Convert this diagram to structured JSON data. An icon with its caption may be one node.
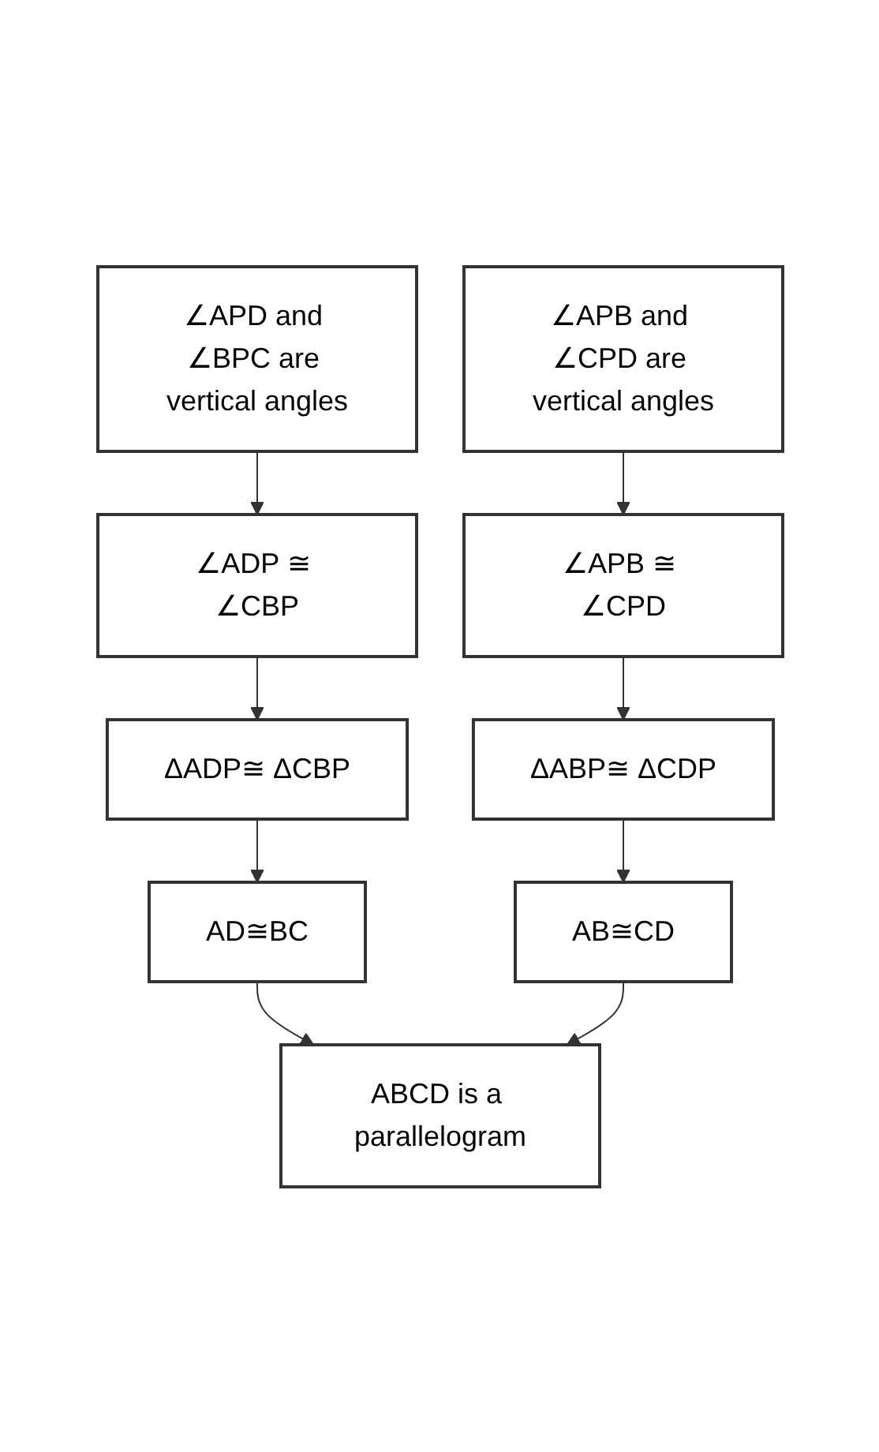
{
  "diagram": {
    "nodes": [
      {
        "text": [
          "∠APD and ∠BPC are vertical angles"
        ]
      },
      {
        "text": [
          "∠APB and ∠CPD are vertical angles"
        ]
      },
      {
        "text": [
          "∠ADP ≅ ∠CBP"
        ]
      },
      {
        "text": [
          "∠APB ≅ ∠CPD"
        ]
      },
      {
        "text": [
          "ΔADP≅ ΔCBP"
        ]
      },
      {
        "text": [
          "ΔABP≅ ΔCDP"
        ]
      },
      {
        "text": [
          "AD≅BC"
        ]
      },
      {
        "text": [
          "AB≅CD"
        ]
      },
      {
        "text": [
          "ABCD is a parallelogram"
        ]
      }
    ],
    "edges": [
      {
        "from": 0,
        "to": 2,
        "arrow": "to"
      },
      {
        "from": 2,
        "to": 4,
        "arrow": "to"
      },
      {
        "from": 4,
        "to": 6,
        "arrow": "to"
      },
      {
        "from": 1,
        "to": 3,
        "arrow": "to"
      },
      {
        "from": 3,
        "to": 5,
        "arrow": "to"
      },
      {
        "from": 5,
        "to": 7,
        "arrow": "to"
      },
      {
        "from": 6,
        "to": 8,
        "arrow": "to"
      },
      {
        "from": 7,
        "to": 8,
        "arrow": "to"
      }
    ]
  }
}
